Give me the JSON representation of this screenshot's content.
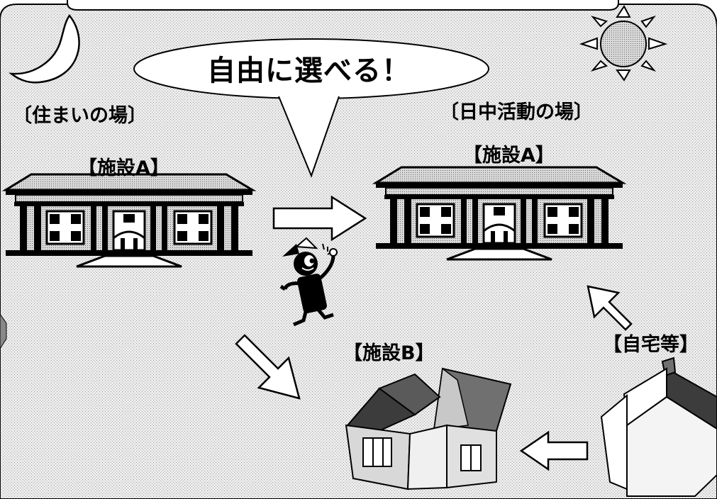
{
  "labels": {
    "bubble": "自由に選べる！",
    "housing": "〔住まいの場〕",
    "daytime": "〔日中活動の場〕",
    "facility_a_left": "【施設A】",
    "facility_a_right": "【施設A】",
    "facility_b": "【施設B】",
    "home": "【自宅等】"
  },
  "colors": {
    "paper": "#e6e6e6",
    "ink": "#000000",
    "white": "#ffffff",
    "roof_gray": "#707070",
    "dark_roof": "#3c3c3c"
  },
  "icons": [
    "moon-icon",
    "sun-icon",
    "person-icon",
    "building-icon",
    "house-icon"
  ]
}
